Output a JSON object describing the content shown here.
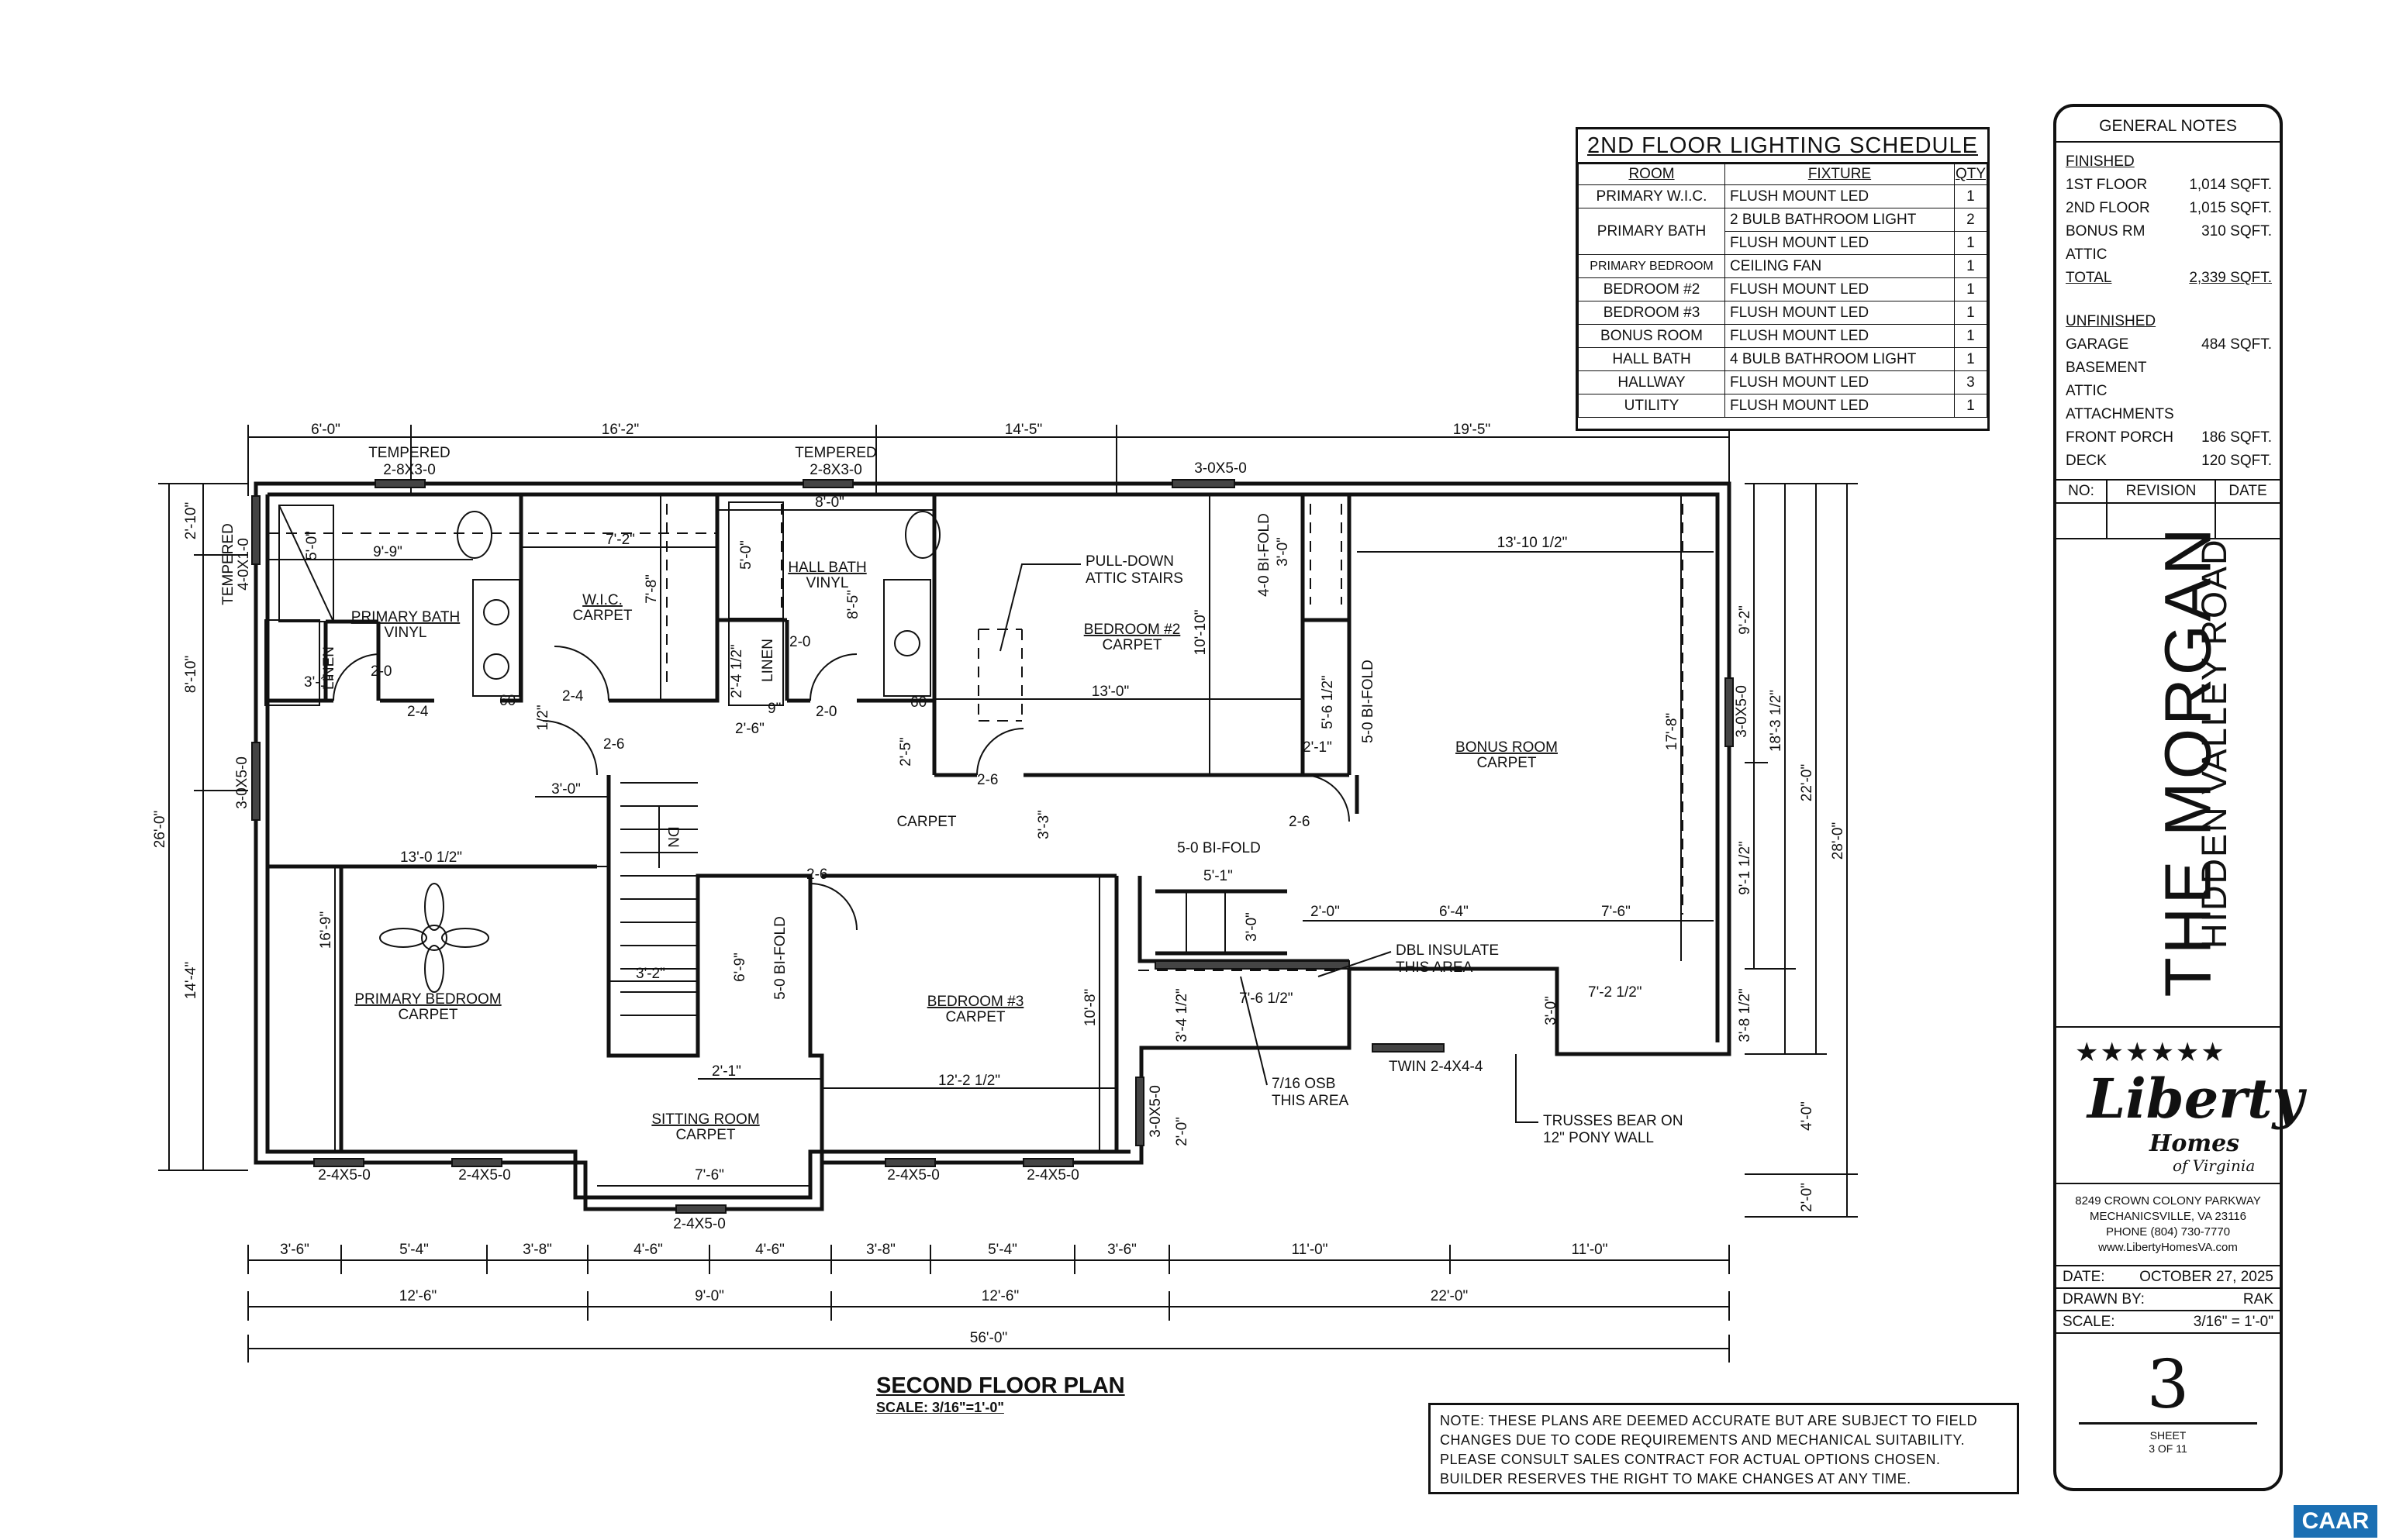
{
  "plan": {
    "title": "SECOND FLOOR PLAN",
    "scale": "SCALE: 3/16\"=1'-0\"",
    "top_dims": [
      "6'-0\"",
      "16'-2\"",
      "14'-5\"",
      "19'-5\""
    ],
    "bottom_dims_row1": [
      "3'-6\"",
      "5'-4\"",
      "3'-8\"",
      "4'-6\"",
      "4'-6\"",
      "3'-8\"",
      "5'-4\"",
      "3'-6\"",
      "11'-0\"",
      "11'-0\""
    ],
    "bottom_dims_row2": [
      "12'-6\"",
      "9'-0\"",
      "12'-6\"",
      "22'-0\""
    ],
    "bottom_dims_total": "56'-0\"",
    "left_dims": [
      "2'-10\"",
      "8'-10\"",
      "14'-4\"",
      "26'-0\""
    ],
    "right_dims": [
      "9'-2\"",
      "18'-3 1/2\"",
      "22'-0\"",
      "28'-0\"",
      "9'-1 1/2\"",
      "3'-8 1/2\"",
      "4'-0\"",
      "2'-0\""
    ],
    "rooms": {
      "primary_bath": "PRIMARY BATH",
      "primary_bath_finish": "VINYL",
      "wic": "W.I.C.",
      "wic_finish": "CARPET",
      "hall_bath": "HALL BATH",
      "hall_bath_finish": "VINYL",
      "bedroom2": "BEDROOM #2",
      "bedroom2_finish": "CARPET",
      "bonus": "BONUS ROOM",
      "bonus_finish": "CARPET",
      "primary_bedroom": "PRIMARY BEDROOM",
      "primary_bedroom_finish": "CARPET",
      "bedroom3": "BEDROOM #3",
      "bedroom3_finish": "CARPET",
      "sitting": "SITTING ROOM",
      "sitting_finish": "CARPET",
      "hall_carpet": "CARPET",
      "linen": "LINEN",
      "down": "DN"
    },
    "notes": {
      "pulldown_1": "PULL-DOWN",
      "pulldown_2": "ATTIC STAIRS",
      "dbl_1": "DBL INSULATE",
      "dbl_2": "THIS AREA",
      "osb_1": "7/16 OSB",
      "osb_2": "THIS AREA",
      "trusses_1": "TRUSSES BEAR ON",
      "trusses_2": "12\" PONY WALL",
      "twin": "TWIN 2-4X4-4",
      "tempered_1a": "TEMPERED",
      "tempered_1b": "2-8X3-0",
      "tempered_2a": "TEMPERED",
      "tempered_2b": "2-8X3-0",
      "tempered_3a": "TEMPERED",
      "tempered_3b": "4-0X1-0"
    },
    "windows": {
      "w_top": "3-0X5-0",
      "w_left": "3-0X5-0",
      "w_right": "3-0X5-0",
      "w_right2": "3-0X5-0",
      "b1": "2-4X5-0",
      "b2": "2-4X5-0",
      "b3": "2-4X5-0",
      "b4": "2-4X5-0",
      "b5": "2-4X5-0"
    },
    "doors": {
      "bifold1": "4-0 BI-FOLD",
      "bifold2": "5-0 BI-FOLD",
      "bifold3": "5-0 BI-FOLD",
      "bifold4": "5-0 BI-FOLD"
    },
    "interior_dims": {
      "d_9_9": "9'-9\"",
      "d_5_0": "5'-0\"",
      "d_7_2": "7'-2\"",
      "d_7_8": "7'-8\"",
      "d_8_0": "8'-0\"",
      "d_8_5": "8'-5\"",
      "d_5_0b": "5'-0\"",
      "d_13_10": "13'-10 1/2\"",
      "d_10_10": "10'-10\"",
      "d_13_0": "13'-0\"",
      "d_17_8": "17'-8\"",
      "d_3_0": "3'-0\"",
      "d_3_1": "3'-1\"",
      "d_2_0a": "2-0",
      "d_2_4a": "2-4",
      "d_2_4b": "2-4",
      "d_2_6a": "2-6",
      "d_2_4c": "2'-4 1/2\"",
      "d_2_0b": "2-0",
      "d_2_6b": "2'-6\"",
      "d_9": "9\"",
      "d_2_0c": "2-0",
      "d_60a": "60",
      "d_60b": "60",
      "d_1_2": "1/2\"",
      "d_2_5": "2'-5\"",
      "d_2_6c": "2-6",
      "d_2_1a": "2'-1\"",
      "d_5_6": "5'-6 1/2\"",
      "d_3_0b": "3'-0\"",
      "d_3_3": "3'-3\"",
      "d_2_6d": "2-6",
      "d_13_0h": "13'-0 1/2\"",
      "d_2_6e": "2-6",
      "d_5_1": "5'-1\"",
      "d_2_0d": "2'-0\"",
      "d_6_4": "6'-4\"",
      "d_7_6a": "7'-6\"",
      "d_3_0c": "3'-0\"",
      "d_16_9": "16'-9\"",
      "d_6_9": "6'-9\"",
      "d_3_2": "3'-2\"",
      "d_10_8": "10'-8\"",
      "d_3_4": "3'-4 1/2\"",
      "d_7_6h": "7'-6 1/2\"",
      "d_7_2h": "7'-2 1/2\"",
      "d_3_0d": "3'-0\"",
      "d_2_1b": "2'-1\"",
      "d_12_2": "12'-2 1/2\"",
      "d_7_6b": "7'-6\"",
      "d_2_0e": "2'-0\""
    }
  },
  "schedule": {
    "title": "2ND FLOOR LIGHTING SCHEDULE",
    "headers": [
      "ROOM",
      "FIXTURE",
      "QTY"
    ],
    "rows": [
      {
        "room": "PRIMARY W.I.C.",
        "fixture": "FLUSH MOUNT LED",
        "qty": "1"
      },
      {
        "room": "PRIMARY BATH",
        "fixture": "2 BULB BATHROOM LIGHT",
        "qty": "2"
      },
      {
        "room": "",
        "fixture": "FLUSH MOUNT LED",
        "qty": "1"
      },
      {
        "room": "PRIMARY BEDROOM",
        "fixture": "CEILING FAN",
        "qty": "1"
      },
      {
        "room": "BEDROOM #2",
        "fixture": "FLUSH MOUNT LED",
        "qty": "1"
      },
      {
        "room": "BEDROOM #3",
        "fixture": "FLUSH MOUNT LED",
        "qty": "1"
      },
      {
        "room": "BONUS ROOM",
        "fixture": "FLUSH MOUNT LED",
        "qty": "1"
      },
      {
        "room": "HALL BATH",
        "fixture": "4 BULB BATHROOM LIGHT",
        "qty": "1"
      },
      {
        "room": "HALLWAY",
        "fixture": "FLUSH MOUNT LED",
        "qty": "3"
      },
      {
        "room": "UTILITY",
        "fixture": "FLUSH MOUNT LED",
        "qty": "1"
      }
    ]
  },
  "titleblock": {
    "general_notes": "GENERAL NOTES",
    "finished_label": "FINISHED",
    "finished": [
      {
        "label": "1ST FLOOR",
        "value": "1,014 SQFT."
      },
      {
        "label": "2ND FLOOR",
        "value": "1,015 SQFT."
      },
      {
        "label": "BONUS RM",
        "value": "310 SQFT."
      },
      {
        "label": "ATTIC",
        "value": ""
      },
      {
        "label": "TOTAL",
        "value": "2,339 SQFT."
      }
    ],
    "unfinished_label": "UNFINISHED",
    "unfinished": [
      {
        "label": "GARAGE",
        "value": "484 SQFT."
      },
      {
        "label": "BASEMENT",
        "value": ""
      },
      {
        "label": "ATTIC",
        "value": ""
      },
      {
        "label": "ATTACHMENTS",
        "value": ""
      },
      {
        "label": "FRONT PORCH",
        "value": "186 SQFT."
      },
      {
        "label": "DECK",
        "value": "120 SQFT."
      }
    ],
    "rev_headers": [
      "NO:",
      "REVISION",
      "DATE"
    ],
    "project_name": "THE MORGAN",
    "project_road": "HIDDEN VALLEY ROAD",
    "logo_main": "Liberty",
    "logo_sub": "Homes",
    "logo_sub2": "of Virginia",
    "logo_stars": "★★★★★★",
    "address": [
      "8249 CROWN COLONY PARKWAY",
      "MECHANICSVILLE, VA 23116",
      "PHONE (804) 730-7770",
      "www.LibertyHomesVA.com"
    ],
    "date_label": "DATE:",
    "date_value": "OCTOBER 27, 2025",
    "drawn_label": "DRAWN BY:",
    "drawn_value": "RAK",
    "scale_label": "SCALE:",
    "scale_value": "3/16\" = 1'-0\"",
    "sheet_number": "3",
    "sheet_label": "SHEET",
    "sheet_of": "3 OF 11"
  },
  "note": "NOTE: THESE PLANS ARE DEEMED ACCURATE BUT ARE SUBJECT TO FIELD CHANGES DUE TO CODE REQUIREMENTS AND MECHANICAL SUITABILITY. PLEASE CONSULT SALES CONTRACT FOR ACTUAL OPTIONS CHOSEN. BUILDER RESERVES THE RIGHT TO MAKE CHANGES AT ANY TIME.",
  "badge": "CAAR"
}
